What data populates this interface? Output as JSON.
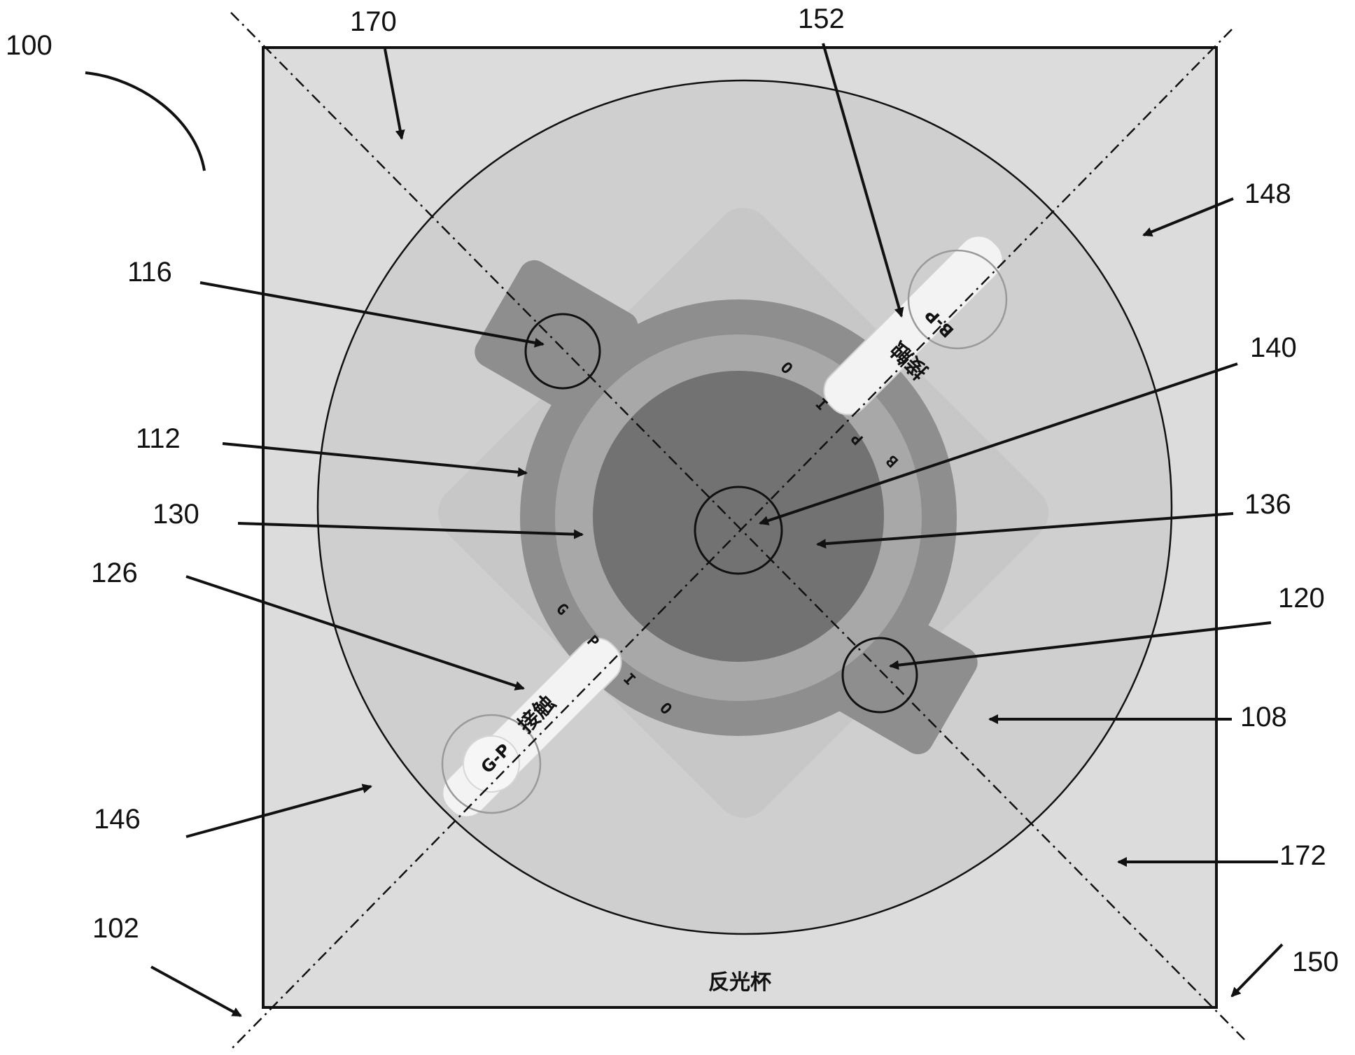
{
  "figure": {
    "reference_labels": {
      "r100": "100",
      "r170": "170",
      "r152": "152",
      "r148": "148",
      "r116": "116",
      "r140": "140",
      "r112": "112",
      "r130": "130",
      "r136": "136",
      "r126": "126",
      "r120": "120",
      "r108": "108",
      "r146": "146",
      "r172": "172",
      "r102": "102",
      "r150": "150"
    },
    "reflector_cup_label": "反光杯",
    "contact_label_lower": "接触",
    "contact_label_upper": "接触",
    "pad_label_lower": "G-P",
    "pad_label_upper": "B-P",
    "pin_letters_upper": [
      "O",
      "I",
      "P",
      "B"
    ],
    "pin_letters_lower": [
      "G",
      "P",
      "I",
      "O"
    ]
  },
  "colors": {
    "background": "#ffffff",
    "substrate": "#dcdcdc",
    "reflector_ring": "#cfcfcf",
    "outer_body": "#c4c4c4",
    "dark_body": "#8e8e8e",
    "mid_ring": "#a8a8a8",
    "center_disc": "#727272",
    "contact_strip": "#f3f3f3",
    "line": "#111111"
  }
}
